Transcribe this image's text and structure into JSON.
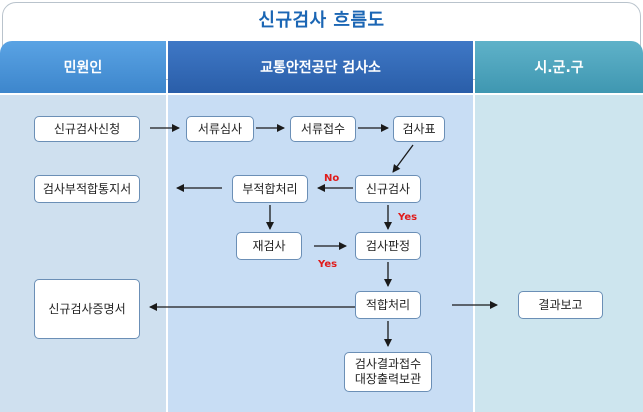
{
  "title": "신규검사 흐름도",
  "columns": {
    "applicant": "민원인",
    "authority": "교통안전공단 검사소",
    "municipality": "시.군.구"
  },
  "nodes": {
    "new_application": "신규검사신청",
    "document_review": "서류심사",
    "document_receipt": "서류접수",
    "inspection_sheet": "검사표",
    "failure_notice": "검사부적합통지서",
    "failure_process": "부적합처리",
    "new_inspection": "신규검사",
    "reinspection": "재검사",
    "inspection_judgment": "검사판정",
    "certificate": "신규검사증명서",
    "pass_process": "적합처리",
    "result_report": "결과보고",
    "result_storage": "검사결과접수\n대장출력보관"
  },
  "edge_labels": {
    "no": "No",
    "yes_1": "Yes",
    "yes_2": "Yes"
  },
  "colors": {
    "title": "#1b66b4",
    "arrow": "#1a1a1a",
    "condition_label": "#e01b1b"
  }
}
